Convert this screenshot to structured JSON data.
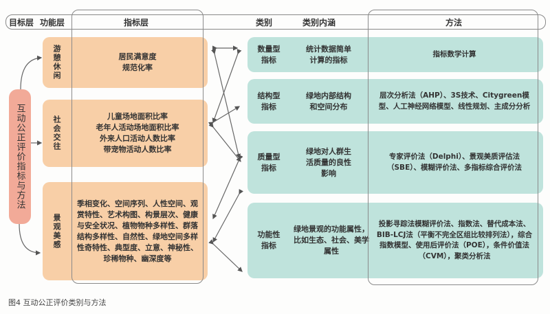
{
  "header": {
    "goal_layer": "目标层",
    "function_layer": "功能层",
    "indicator_layer": "指标层",
    "category": "类别",
    "category_meaning": "类别内涵",
    "method": "方法"
  },
  "goal": "互动公正评价指标与方法",
  "functions": [
    {
      "label": "游憩休闲",
      "indicators": "居民满意度\n规范化率"
    },
    {
      "label": "社会交往",
      "indicators": "儿童场地面积比率\n老年人活动场地面积比率\n外来人口活动人数比率\n带宠物活动人数比率"
    },
    {
      "label": "景观美感",
      "indicators": "季相变化、空间序列、人性空间、观赏特性、艺术构图、构景层次、健康与安全状况、植物物种多样性、群落结构多样性、自然性、绿地空间多样性奇特性、典型度、立意、神秘性、珍稀物种、幽深度等"
    }
  ],
  "categories": [
    {
      "category": "数量型\n指标",
      "meaning": "统计数据简单\n计算的指标",
      "method": "指标数学计算"
    },
    {
      "category": "结构型\n指标",
      "meaning": "绿地内部结构\n和空间分布",
      "method": "层次分析法（AHP）、3S技术、Citygreen模型、人工神经网络模型、线性规划、主成分分析"
    },
    {
      "category": "质量型\n指标",
      "meaning": "绿地对人群生\n活质量的良性\n影响",
      "method": "专家评价法（Delphi）、景观美质评估法（SBE）、模糊评价法、多指标综合评价法"
    },
    {
      "category": "功能性\n指标",
      "meaning": "绿地景观的功能属性，比如生态、社会、美学属性",
      "method": "投影寻踪法模糊评价法、指数法、替代成本法、BIB-LCJ法（平衡不完全区组比较排列法），综合指数模型、使用后评价法（POE），条件价值法（CVM），聚类分析法"
    }
  ],
  "caption": "图4  互动公正评价类别与方法",
  "colors": {
    "goal": "#f2aa98",
    "function_box": "#f8cfa7",
    "category_box": "#bfe3dc"
  }
}
